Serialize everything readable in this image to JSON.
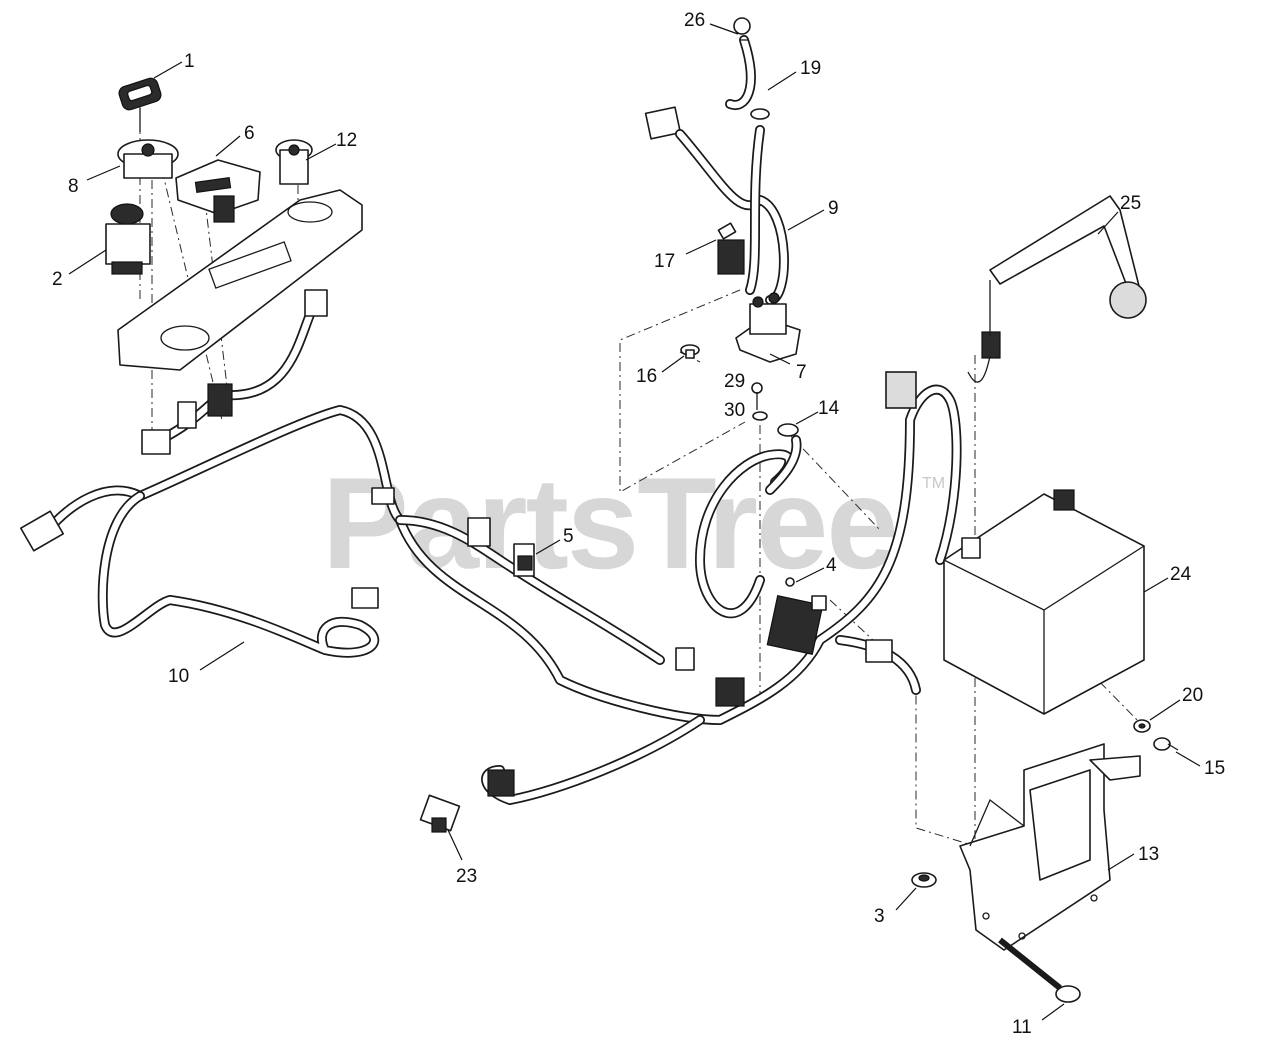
{
  "watermark": {
    "text": "PartsTree",
    "trademark": "TM"
  },
  "callouts": [
    {
      "id": "c1",
      "label": "1"
    },
    {
      "id": "c2",
      "label": "2"
    },
    {
      "id": "c3",
      "label": "3"
    },
    {
      "id": "c4",
      "label": "4"
    },
    {
      "id": "c5",
      "label": "5"
    },
    {
      "id": "c6",
      "label": "6"
    },
    {
      "id": "c7",
      "label": "7"
    },
    {
      "id": "c8",
      "label": "8"
    },
    {
      "id": "c9",
      "label": "9"
    },
    {
      "id": "c10",
      "label": "10"
    },
    {
      "id": "c11",
      "label": "11"
    },
    {
      "id": "c12",
      "label": "12"
    },
    {
      "id": "c13",
      "label": "13"
    },
    {
      "id": "c14",
      "label": "14"
    },
    {
      "id": "c15",
      "label": "15"
    },
    {
      "id": "c16",
      "label": "16"
    },
    {
      "id": "c17",
      "label": "17"
    },
    {
      "id": "c19",
      "label": "19"
    },
    {
      "id": "c20",
      "label": "20"
    },
    {
      "id": "c23",
      "label": "23"
    },
    {
      "id": "c24",
      "label": "24"
    },
    {
      "id": "c25",
      "label": "25"
    },
    {
      "id": "c26",
      "label": "26"
    },
    {
      "id": "c29",
      "label": "29"
    },
    {
      "id": "c30",
      "label": "30"
    }
  ]
}
